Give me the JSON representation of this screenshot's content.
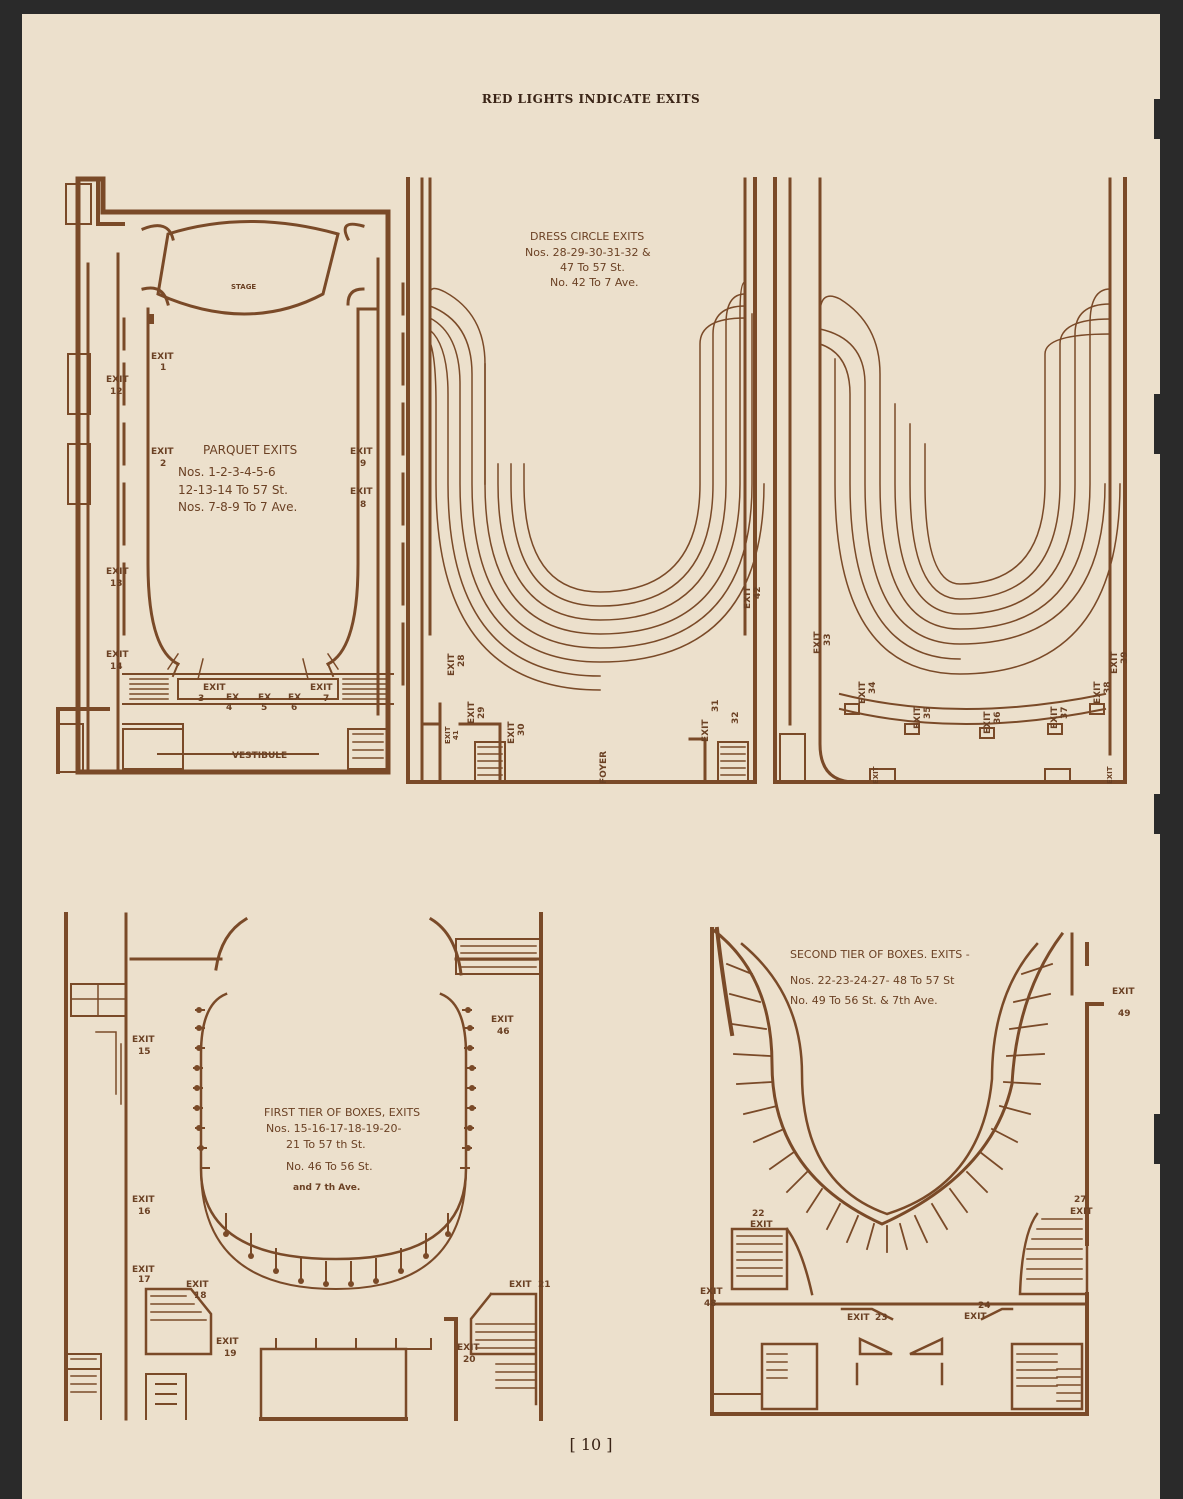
{
  "page": {
    "header": "RED LIGHTS INDICATE EXITS",
    "folio": "[ 10 ]"
  },
  "parquet": {
    "title": "PARQUET EXITS",
    "lines": [
      "Nos. 1-2-3-4-5-6",
      "12-13-14 To 57 St.",
      "Nos. 7-8-9 To 7 Ave."
    ],
    "stage": "STAGE",
    "vestibule": "VESTIBULE",
    "exit_word": "EXIT",
    "ex_word": "EX",
    "n1": "1",
    "n2": "2",
    "n3": "3",
    "n4": "4",
    "n5": "5",
    "n6": "6",
    "n7": "7",
    "n8": "8",
    "n9": "9",
    "n12": "12",
    "n13": "13",
    "n14": "14"
  },
  "dress_circle": {
    "lines": [
      "DRESS CIRCLE EXITS",
      "Nos. 28-29-30-31-32 & ",
      "47 To 57 St.",
      "No. 42 To 7 Ave."
    ],
    "foyer": "FOYER",
    "exit_word": "EXIT",
    "n28": "28",
    "n29": "29",
    "n30": "30",
    "n31": "31",
    "n32": "32",
    "n33": "33",
    "n34": "34",
    "n35": "35",
    "n36": "36",
    "n37": "37",
    "n38": "38",
    "n39": "39",
    "n41": "41",
    "n42": "42"
  },
  "first_tier": {
    "lines": [
      "FIRST TIER OF BOXES, EXITS",
      "Nos. 15-16-17-18-19-20-",
      "21 To 57 th St.",
      "No. 46 To 56 St.",
      "and 7 th Ave."
    ],
    "exit_word": "EXIT",
    "n15": "15",
    "n16": "16",
    "n17": "17",
    "n18": "18",
    "n19": "19",
    "n20": "20",
    "n21": "21",
    "n46": "46"
  },
  "second_tier": {
    "lines": [
      "SECOND TIER OF BOXES. EXITS -",
      "Nos. 22-23-24-27- 48 To 57 St",
      "No.  49 To 56 St. & 7th Ave."
    ],
    "exit_word": "EXIT",
    "n22": "22",
    "n23": "23",
    "n24": "24",
    "n27": "27",
    "n48": "48",
    "n49": "49"
  }
}
